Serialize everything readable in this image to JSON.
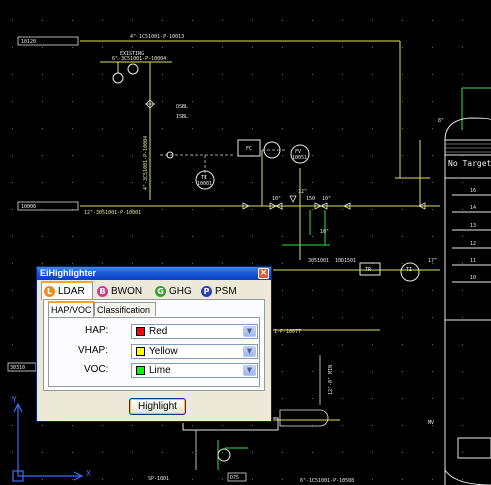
{
  "cad": {
    "labels": {
      "line_top": "4\"-1C51001-P-10013",
      "box_top_left": "10120",
      "box_mid_left": "10000",
      "line_mid": "12\"-3051001-P-10001",
      "existing": "EXISTING",
      "line_existing": "6\"-3C51001-P-10004",
      "osbl": "OSBL",
      "isbl": "ISBL",
      "vert_line": "4\"-3C51001-P-10004",
      "fc_tag": "FC",
      "fv_tag": "FV",
      "fv_num": "10051",
      "ti_tag": "TI",
      "ti_num": "10001",
      "line_right": "3051001",
      "line_right2": "10D1501",
      "tr_tag": "TR",
      "ti2_tag": "TI",
      "sz_10a": "10\"",
      "sz_10b": "10\"",
      "sz_10c": "10\"",
      "sz_17": "17\"",
      "sz_150": "150",
      "sz_8": "8\"",
      "sz_12": "12\"",
      "vessel_text": "No Target",
      "tray_10": "10",
      "tray_12": "12",
      "tray_13": "13",
      "tray_14": "14",
      "tray_11": "11",
      "tray_16": "16",
      "line_10077": "1-P-10077",
      "vert_mn": "12\"-0\" MIN",
      "box_left_low": "30310",
      "box_bottom": "D75",
      "sp_line": "SP-1001",
      "line_bottom": "6\"-1C51001-P-10508",
      "mv_tag": "MV",
      "axis_x": "X",
      "axis_y": "Y"
    }
  },
  "dialog": {
    "title": "EiHighlighter",
    "close_glyph": "×",
    "tabs": [
      {
        "icon": "L",
        "label": "LDAR",
        "color": "#f08a18"
      },
      {
        "icon": "B",
        "label": "BWON",
        "color": "#cc3c8e"
      },
      {
        "icon": "G",
        "label": "GHG",
        "color": "#2fa12f"
      },
      {
        "icon": "P",
        "label": "PSM",
        "color": "#2a3fb8"
      }
    ],
    "subtabs": [
      "HAP/VOC",
      "Classification"
    ],
    "fields": [
      {
        "label": "HAP:",
        "value": "Red",
        "swatch": "#ff0000"
      },
      {
        "label": "VHAP:",
        "value": "Yellow",
        "swatch": "#ffff00"
      },
      {
        "label": "VOC:",
        "value": "Lime",
        "swatch": "#00ff00"
      }
    ],
    "dropdown_glyph": "▼",
    "highlight_label": "Highlight"
  }
}
